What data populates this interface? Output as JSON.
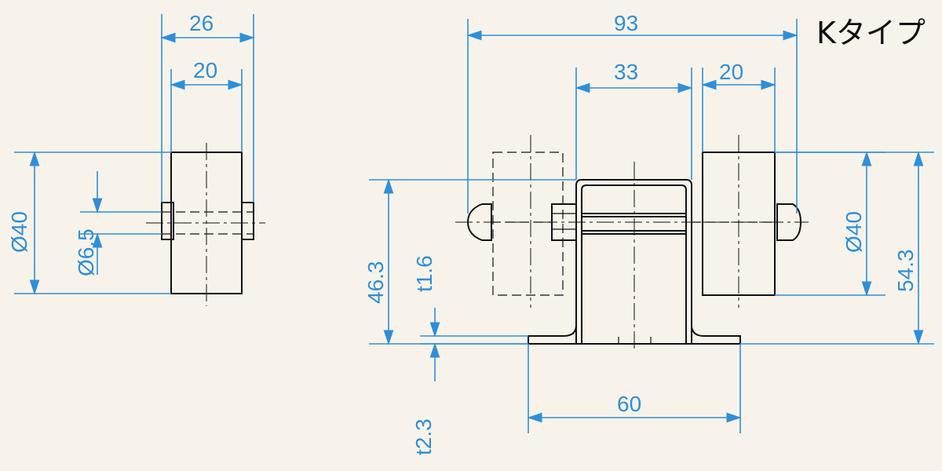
{
  "title": "Kタイプ",
  "dimensions": {
    "left_width_total": "26",
    "left_width_roller": "20",
    "left_diameter_roller": "Ø40",
    "left_diameter_shaft": "Ø6.5",
    "overall_width": "93",
    "center_width": "33",
    "right_roller_width": "20",
    "height_to_shaft": "46.3",
    "bracket_thickness": "t1.6",
    "base_thickness": "t2.3",
    "right_diameter_roller": "Ø40",
    "overall_height": "54.3",
    "base_width": "60"
  }
}
